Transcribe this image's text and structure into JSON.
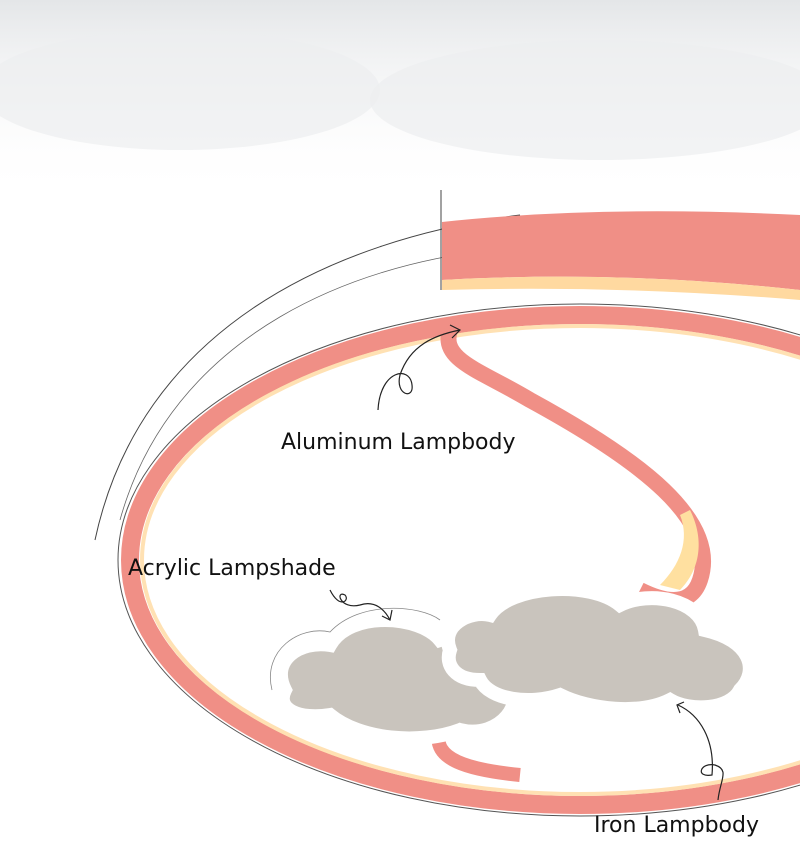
{
  "labels": {
    "aluminum": "Aluminum Lampbody",
    "acrylic": "Acrylic Lampshade",
    "iron": "Iron Lampbody"
  },
  "colors": {
    "ring_pink": "#f08f86",
    "ring_inner": "#f7b3a8",
    "glow": "#ffe7a8",
    "cloud_gray": "#c8c3bc",
    "cloud_outline": "#ffffff"
  }
}
